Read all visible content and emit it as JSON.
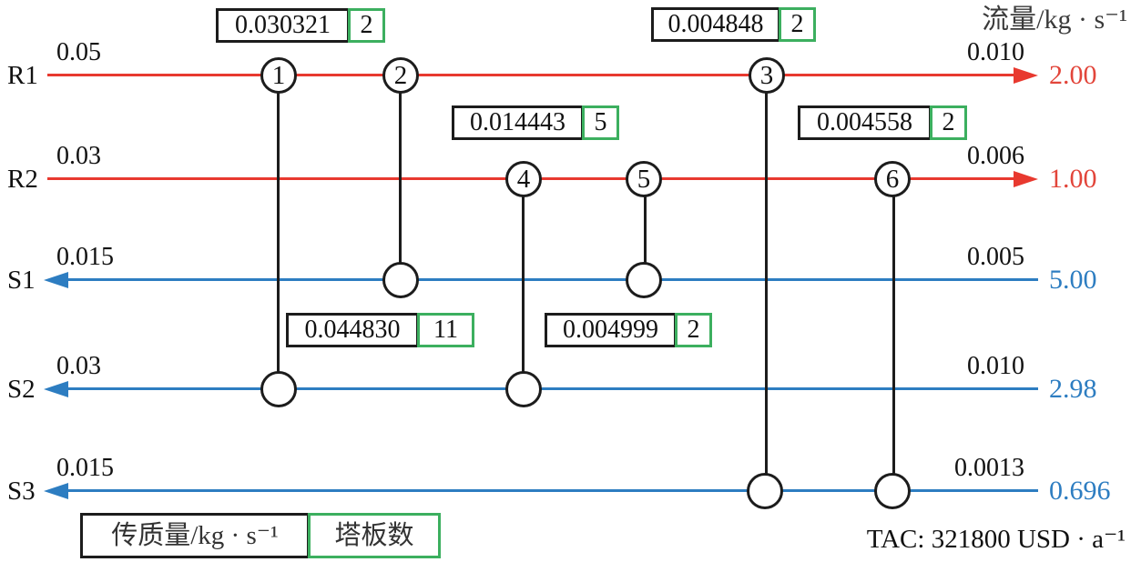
{
  "figure": {
    "flow_unit_label": "流量/kg · s⁻¹",
    "tac_label": "TAC: 321800 USD · a⁻¹"
  },
  "legend": {
    "mass_label": "传质量/kg · s⁻¹",
    "stages_label": "塔板数"
  },
  "streams": [
    {
      "name": "R1",
      "type": "rich",
      "inlet": "0.05",
      "outlet": "0.010",
      "flow": "2.00"
    },
    {
      "name": "R2",
      "type": "rich",
      "inlet": "0.03",
      "outlet": "0.006",
      "flow": "1.00"
    },
    {
      "name": "S1",
      "type": "lean",
      "inlet": "0.015",
      "outlet": "0.005",
      "flow": "5.00"
    },
    {
      "name": "S2",
      "type": "lean",
      "inlet": "0.03",
      "outlet": "0.010",
      "flow": "2.98"
    },
    {
      "name": "S3",
      "type": "lean",
      "inlet": "0.015",
      "outlet": "0.0013",
      "flow": "0.696"
    }
  ],
  "exchangers": [
    {
      "number": "1",
      "connects": [
        "R1",
        "S2"
      ]
    },
    {
      "number": "2",
      "connects": [
        "R1",
        "S1"
      ]
    },
    {
      "number": "3",
      "connects": [
        "R1",
        "S3"
      ]
    },
    {
      "number": "4",
      "connects": [
        "R2",
        "S2"
      ]
    },
    {
      "number": "5",
      "connects": [
        "R2",
        "S1"
      ]
    },
    {
      "number": "6",
      "connects": [
        "R2",
        "S3"
      ]
    }
  ],
  "match_labels": [
    {
      "mass": "0.030321",
      "stages": "2"
    },
    {
      "mass": "0.004848",
      "stages": "2"
    },
    {
      "mass": "0.014443",
      "stages": "5"
    },
    {
      "mass": "0.004558",
      "stages": "2"
    },
    {
      "mass": "0.044830",
      "stages": "11"
    },
    {
      "mass": "0.004999",
      "stages": "2"
    }
  ],
  "colors": {
    "rich": "#e8392f",
    "lean": "#2d7dc1",
    "stage_border": "#3caf5f",
    "unit": "#1c1c1c"
  }
}
